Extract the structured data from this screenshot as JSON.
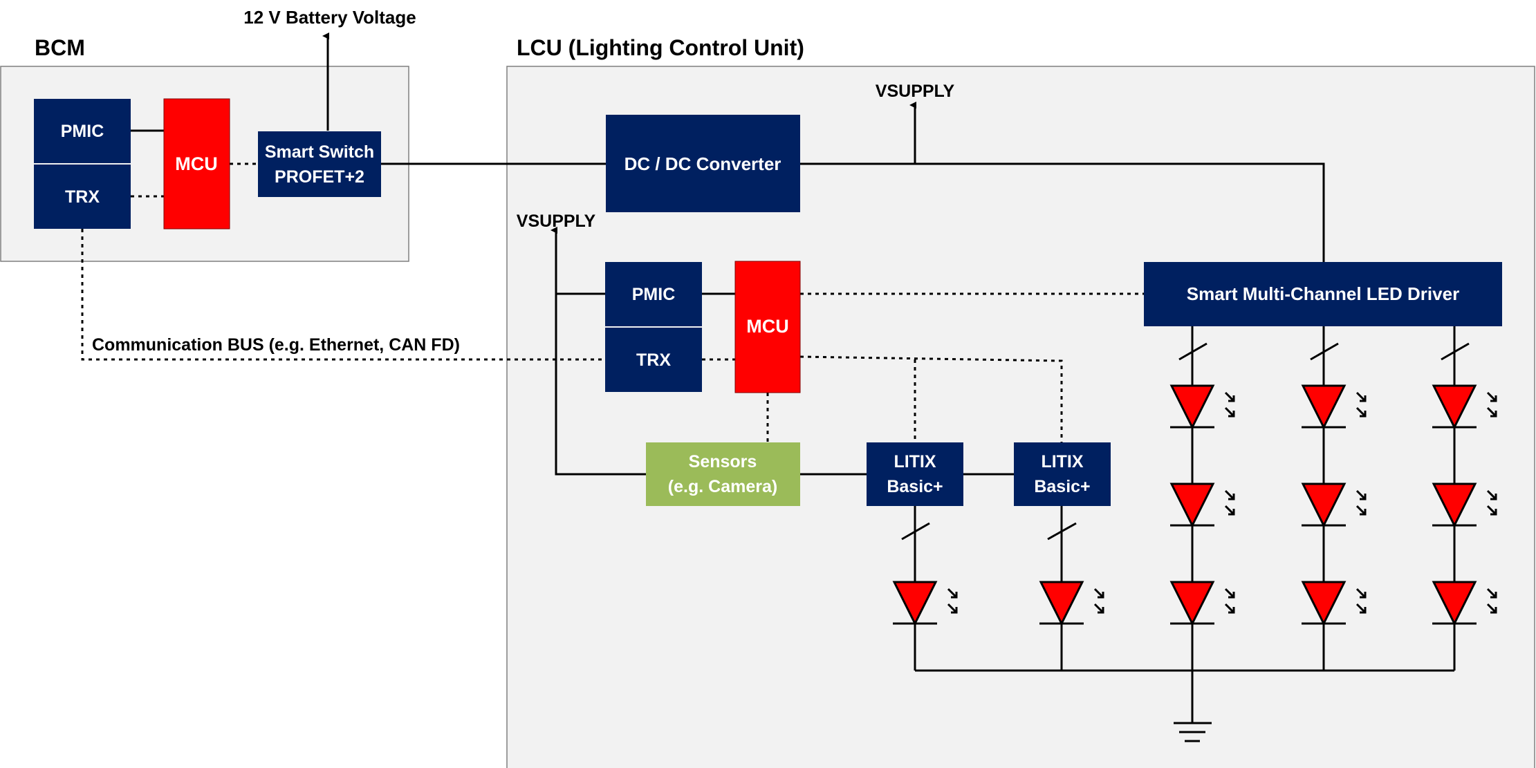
{
  "bcm": {
    "title": "BCM",
    "pmic": "PMIC",
    "trx": "TRX",
    "mcu": "MCU",
    "switch_line1": "Smart Switch",
    "switch_line2": "PROFET+2",
    "battery_label": "12 V Battery Voltage"
  },
  "bus_label": "Communication BUS (e.g. Ethernet, CAN FD)",
  "lcu": {
    "title": "LCU (Lighting Control Unit)",
    "dcdc": "DC / DC Converter",
    "vsupply_top": "VSUPPLY",
    "vsupply_left": "VSUPPLY",
    "pmic": "PMIC",
    "trx": "TRX",
    "mcu": "MCU",
    "sensors_line1": "Sensors",
    "sensors_line2": "(e.g. Camera)",
    "litix1_line1": "LITIX",
    "litix1_line2": "Basic+",
    "litix2_line1": "LITIX",
    "litix2_line2": "Basic+",
    "led_driver": "Smart Multi-Channel LED Driver"
  },
  "colors": {
    "navy": "#002060",
    "red": "#FF0000",
    "green": "#9BBB59",
    "panel": "#F2F2F2"
  }
}
